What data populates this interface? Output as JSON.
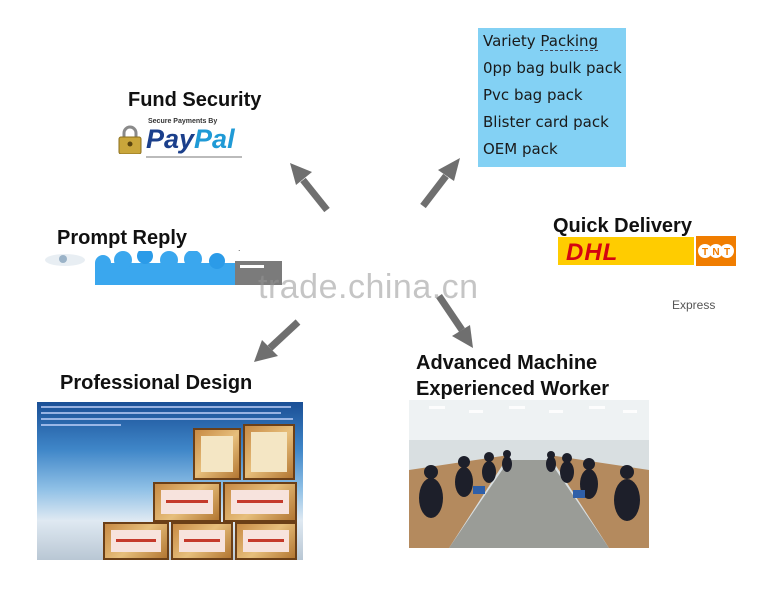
{
  "headings": {
    "fund_security": "Fund Security",
    "prompt_reply": "Prompt Reply",
    "quick_delivery": "Quick Delivery",
    "professional_design": "Professional Design",
    "advanced_machine": "Advanced Machine",
    "experienced_worker": "Experienced Worker"
  },
  "packing": {
    "title_plain": "Variety ",
    "title_underlined": "Packing",
    "items": [
      "0pp bag bulk pack",
      "Pvc bag pack",
      "Blister card pack",
      "OEM pack"
    ],
    "background": "#83d1f4"
  },
  "paypal": {
    "secure_text": "Secure Payments By",
    "brand_part1": "Pay",
    "brand_part2": "Pal"
  },
  "delivery": {
    "dhl": "DHL",
    "tnt": "TNT",
    "express": "Express"
  },
  "watermark": "trade.china.cn",
  "colors": {
    "arrow": "#6f6f6f",
    "packing_box": "#83d1f4",
    "dhl_yellow": "#ffcc00",
    "dhl_red": "#d40511",
    "tnt_orange": "#f07d00"
  }
}
